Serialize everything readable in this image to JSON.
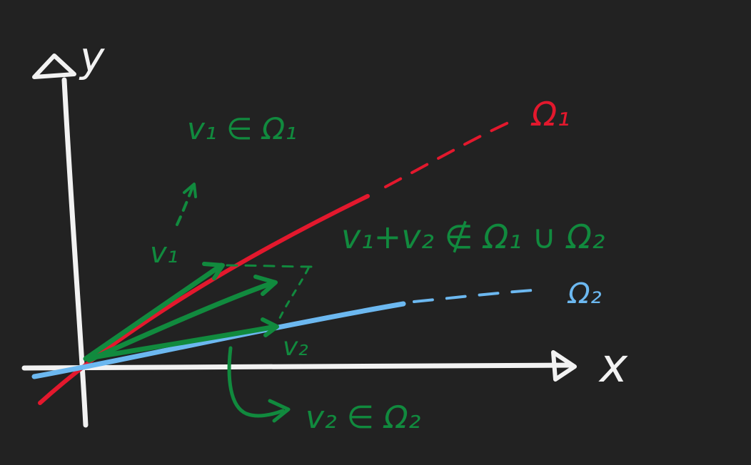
{
  "colors": {
    "background": "#222222",
    "axes": "#f2f2f2",
    "line1": "#e3182d",
    "line2": "#6cb8f0",
    "vectors": "#118a3e"
  },
  "axes": {
    "x_label": "x",
    "y_label": "y"
  },
  "lines": {
    "omega1_label": "Ω₁",
    "omega2_label": "Ω₂"
  },
  "annotations": {
    "v1_label": "v₁",
    "v1_membership": "v₁ ∈ Ω₁",
    "v2_label": "v₂",
    "v2_membership": "v₂ ∈ Ω₂",
    "sum_statement": "v₁+v₂ ∉ Ω₁ ∪ Ω₂"
  }
}
